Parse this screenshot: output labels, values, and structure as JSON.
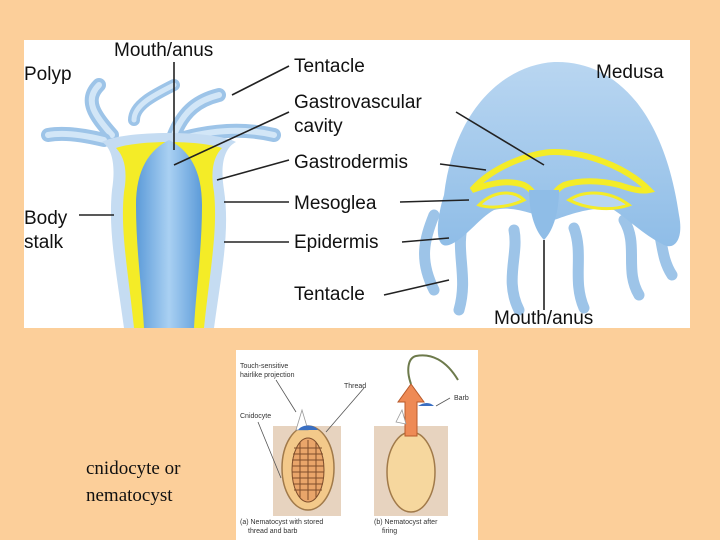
{
  "diagram": {
    "polyp_label": "Polyp",
    "medusa_label": "Medusa",
    "labels": {
      "mouth_anus_top": "Mouth/anus",
      "tentacle_top": "Tentacle",
      "gastrovascular_line1": "Gastrovascular",
      "gastrovascular_line2": "cavity",
      "gastrodermis": "Gastrodermis",
      "mesoglea": "Mesoglea",
      "epidermis": "Epidermis",
      "body_stalk_line1": "Body",
      "body_stalk_line2": "stalk",
      "tentacle_bottom": "Tentacle",
      "mouth_anus_bottom": "Mouth/anus"
    },
    "colors": {
      "epidermis": "#b8d7f0",
      "gastrodermis": "#f4ec27",
      "cavity": "#7fb3e6",
      "background": "#fccf9a"
    }
  },
  "nematocyst": {
    "labels": {
      "projection_line1": "Touch-sensitive",
      "projection_line2": "hairlike projection",
      "thread": "Thread",
      "barb": "Barb",
      "cnidocyte": "Cnidocyte",
      "caption_a_line1": "(a) Nematocyst with stored",
      "caption_a_line2": "thread and barb",
      "caption_b_line1": "(b) Nematocyst after",
      "caption_b_line2": "firing"
    }
  },
  "caption": {
    "line1": "cnidocyte or",
    "line2": "nematocyst"
  }
}
